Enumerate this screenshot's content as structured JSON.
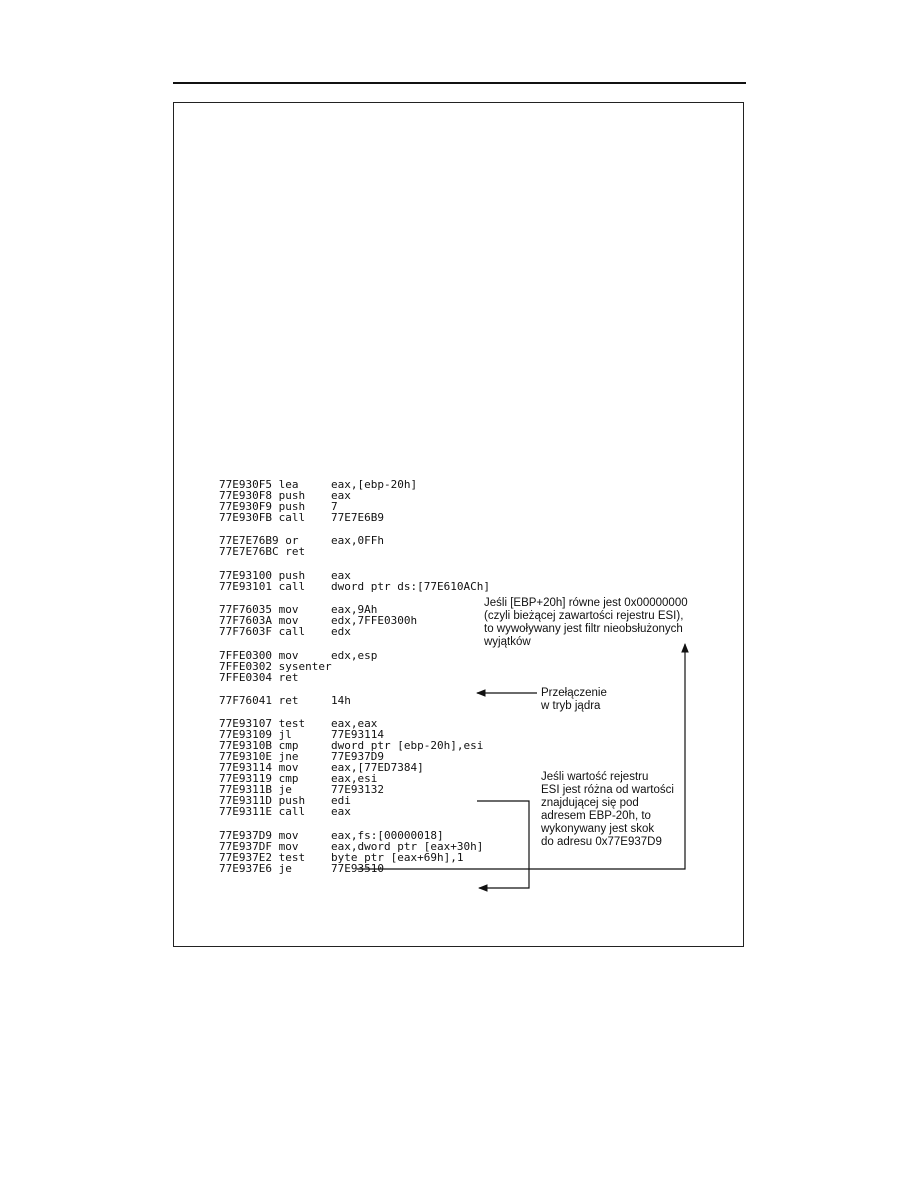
{
  "listing": {
    "groups": [
      [
        {
          "addr": "77E930F5",
          "instr": "lea",
          "ops": "eax,[ebp-20h]"
        },
        {
          "addr": "77E930F8",
          "instr": "push",
          "ops": "eax"
        },
        {
          "addr": "77E930F9",
          "instr": "push",
          "ops": "7"
        },
        {
          "addr": "77E930FB",
          "instr": "call",
          "ops": "77E7E6B9"
        }
      ],
      [
        {
          "addr": "77E7E76B9",
          "instr": "or",
          "ops": "eax,0FFh"
        },
        {
          "addr": "77E7E76BC",
          "instr": "ret",
          "ops": ""
        }
      ],
      [
        {
          "addr": "77E93100",
          "instr": "push",
          "ops": "eax"
        },
        {
          "addr": "77E93101",
          "instr": "call",
          "ops": "dword ptr ds:[77E610ACh]"
        }
      ],
      [
        {
          "addr": "77F76035",
          "instr": "mov",
          "ops": "eax,9Ah"
        },
        {
          "addr": "77F7603A",
          "instr": "mov",
          "ops": "edx,7FFE0300h"
        },
        {
          "addr": "77F7603F",
          "instr": "call",
          "ops": "edx"
        }
      ],
      [
        {
          "addr": "7FFE0300",
          "instr": "mov",
          "ops": "edx,esp"
        },
        {
          "addr": "7FFE0302",
          "instr": "sysenter",
          "ops": ""
        },
        {
          "addr": "7FFE0304",
          "instr": "ret",
          "ops": ""
        }
      ],
      [
        {
          "addr": "77F76041",
          "instr": "ret",
          "ops": "14h"
        }
      ],
      [
        {
          "addr": "77E93107",
          "instr": "test",
          "ops": "eax,eax"
        },
        {
          "addr": "77E93109",
          "instr": "jl",
          "ops": "77E93114"
        },
        {
          "addr": "77E9310B",
          "instr": "cmp",
          "ops": "dword ptr [ebp-20h],esi"
        },
        {
          "addr": "77E9310E",
          "instr": "jne",
          "ops": "77E937D9"
        },
        {
          "addr": "77E93114",
          "instr": "mov",
          "ops": "eax,[77ED7384]"
        },
        {
          "addr": "77E93119",
          "instr": "cmp",
          "ops": "eax,esi"
        },
        {
          "addr": "77E9311B",
          "instr": "je",
          "ops": "77E93132"
        },
        {
          "addr": "77E9311D",
          "instr": "push",
          "ops": "edi"
        },
        {
          "addr": "77E9311E",
          "instr": "call",
          "ops": "eax"
        }
      ],
      [
        {
          "addr": "77E937D9",
          "instr": "mov",
          "ops": "eax,fs:[00000018]"
        },
        {
          "addr": "77E937DF",
          "instr": "mov",
          "ops": "eax,dword ptr [eax+30h]"
        },
        {
          "addr": "77E937E2",
          "instr": "test",
          "ops": "byte ptr [eax+69h],1"
        },
        {
          "addr": "77E937E6",
          "instr": "je",
          "ops": "77E93510"
        }
      ]
    ]
  },
  "annotations": {
    "filter": [
      "Jeśli [EBP+20h] równe jest 0x00000000",
      "(czyli bieżącej zawartości rejestru ESI),",
      "to wywoływany jest filtr nieobsłużonych",
      "wyjątków"
    ],
    "kernel": [
      "Przełączenie",
      "w tryb jądra"
    ],
    "jump": [
      "Jeśli wartość rejestru",
      "ESI jest różna od wartości",
      "znajdującej się pod",
      "adresem EBP-20h, to",
      "wykonywany jest skok",
      "do adresu 0x77E937D9"
    ]
  }
}
